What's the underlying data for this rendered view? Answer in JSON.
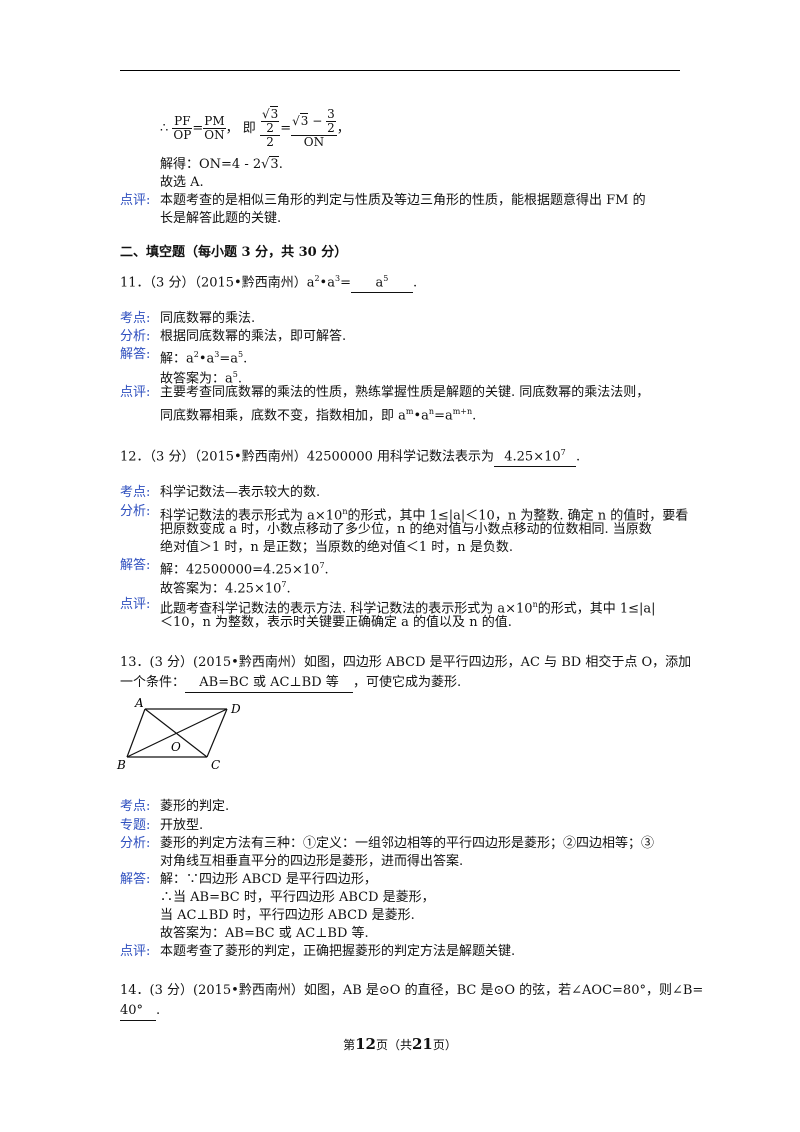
{
  "q10_tail": {
    "therefore": "∴",
    "pf": "PF",
    "pm": "PM",
    "op": "OP",
    "on": "ON",
    "comma1": "，",
    "ji": "即",
    "sqrt3": "3",
    "two": "2",
    "eq": "=",
    "minus": " − ",
    "three": "3",
    "comma2": "，",
    "solve_prefix": "解得：ON=4 ‑ 2",
    "solve_suffix": ".",
    "choose": "故选 A.",
    "dianping_label": "点评:",
    "dianping_1": "本题考查的是相似三角形的判定与性质及等边三角形的性质，能根据题意得出 FM 的",
    "dianping_2": "长是解答此题的关键."
  },
  "section2_title": "二、填空题（每小题 3 分，共 30 分）",
  "q11": {
    "stem_prefix": "11．（3 分）（2015•黔西南州）a",
    "stem_mid": "•a",
    "stem_eq": "=",
    "answer_base": "a",
    "answer_exp": "5",
    "stem_end": ".",
    "kaodian_label": "考点:",
    "kaodian": "同底数幂的乘法.",
    "fenxi_label": "分析:",
    "fenxi": "根据同底数幂的乘法，即可解答.",
    "jieda_label": "解答:",
    "jieda_1": "解：a",
    "jieda_2": "故答案为：a",
    "dianping_label": "点评:",
    "dianping_1": "主要考查同底数幂的乘法的性质，熟练掌握性质是解题的关键. 同底数幂的乘法法则，",
    "dianping_2": "同底数幂相乘，底数不变，指数相加，即 a"
  },
  "q12": {
    "stem": "12．（3 分）（2015•黔西南州）42500000 用科学记数法表示为",
    "answer": "4.25×10",
    "answer_exp": "7",
    "stem_end": ".",
    "kaodian_label": "考点:",
    "kaodian": "科学记数法—表示较大的数.",
    "fenxi_label": "分析:",
    "fenxi_1a": "科学记数法的表示形式为 a×10",
    "fenxi_1b": "的形式，其中 1≤|a|＜10，n 为整数. 确定 n 的值时，要看",
    "fenxi_2": "把原数变成 a 时，小数点移动了多少位，n 的绝对值与小数点移动的位数相同. 当原数",
    "fenxi_3": "绝对值＞1 时，n 是正数；当原数的绝对值＜1 时，n 是负数.",
    "jieda_label": "解答:",
    "jieda_1": "解：42500000=4.25×10",
    "jieda_2": "故答案为：4.25×10",
    "dianping_label": "点评:",
    "dianping_1a": "此题考查科学记数法的表示方法. 科学记数法的表示形式为 a×10",
    "dianping_1b": "的形式，其中 1≤|a|",
    "dianping_2": "＜10，n 为整数，表示时关键要正确确定 a 的值以及 n 的值."
  },
  "q13": {
    "stem_1": "13．(3 分）(2015•黔西南州）如图，四边形 ABCD 是平行四边形，AC 与 BD 相交于点 O，添加",
    "stem_2a": "一个条件：",
    "answer": "AB=BC 或 AC⊥BD 等",
    "stem_2b": "，可使它成为菱形.",
    "labels": {
      "a": "A",
      "b": "B",
      "c": "C",
      "d": "D",
      "o": "O"
    },
    "kaodian_label": "考点:",
    "kaodian": "菱形的判定.",
    "zhuanti_label": "专题:",
    "zhuanti": "开放型.",
    "fenxi_label": "分析:",
    "fenxi_1": "菱形的判定方法有三种：①定义：一组邻边相等的平行四边形是菱形；②四边相等；③",
    "fenxi_2": "对角线互相垂直平分的四边形是菱形，进而得出答案.",
    "jieda_label": "解答:",
    "jieda_1": "解：∵四边形 ABCD 是平行四边形，",
    "jieda_2": "∴当 AB=BC 时，平行四边形 ABCD 是菱形，",
    "jieda_3": "当 AC⊥BD 时，平行四边形 ABCD 是菱形.",
    "jieda_4": "故答案为：AB=BC 或 AC⊥BD 等.",
    "dianping_label": "点评:",
    "dianping": "本题考查了菱形的判定，正确把握菱形的判定方法是解题关键."
  },
  "q14": {
    "stem_1": "14．(3 分）(2015•黔西南州）如图，AB 是⊙O 的直径，BC 是⊙O 的弦，若∠AOC=80°，则∠B=",
    "answer": "40°",
    "stem_end": "."
  },
  "footer": {
    "pre": "第",
    "page": "12",
    "mid": "页（共",
    "total": "21",
    "post": "页）"
  },
  "colors": {
    "label_blue": "#2e4fbf"
  }
}
